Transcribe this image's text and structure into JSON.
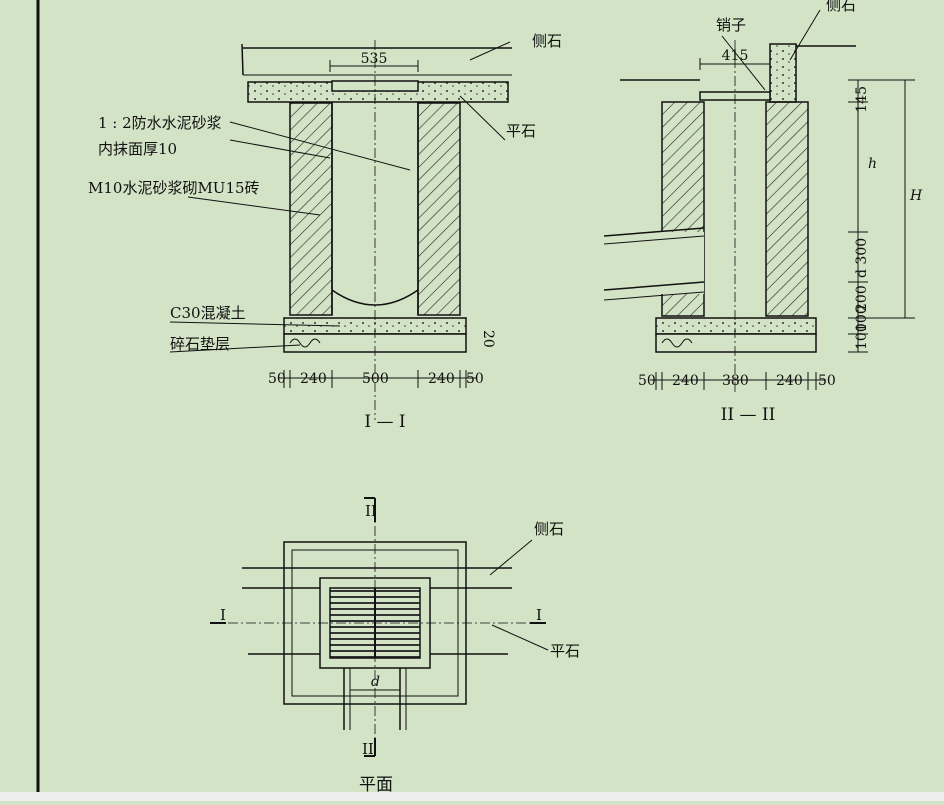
{
  "section_1": {
    "title": "I — I",
    "top_dim": "535",
    "labels": {
      "curb": "侧石",
      "flat_stone": "平石",
      "mortar": "1 : 2防水水泥砂浆",
      "mortar_2": "内抹面厚10",
      "brick": "M10水泥砂浆砌MU15砖",
      "concrete": "C30混凝土",
      "gravel": "碎石垫层",
      "slab_note": "20"
    },
    "bottom_dims": [
      "50",
      "240",
      "500",
      "240",
      "50"
    ]
  },
  "section_2": {
    "title": "II — II",
    "top_dim": "415",
    "labels": {
      "pin": "销子",
      "curb": "侧石"
    },
    "right_dims": [
      "145",
      "h",
      "H",
      "200",
      "d 300",
      "100",
      "100"
    ],
    "bottom_dims": [
      "50",
      "240",
      "380",
      "240",
      "50"
    ]
  },
  "plan": {
    "title": "平面",
    "labels": {
      "curb": "侧石",
      "flat_stone": "平石",
      "d": "d"
    },
    "cut_marks": {
      "ii_top": "II",
      "ii_bottom": "II",
      "i_left": "I",
      "i_right": "I"
    }
  }
}
